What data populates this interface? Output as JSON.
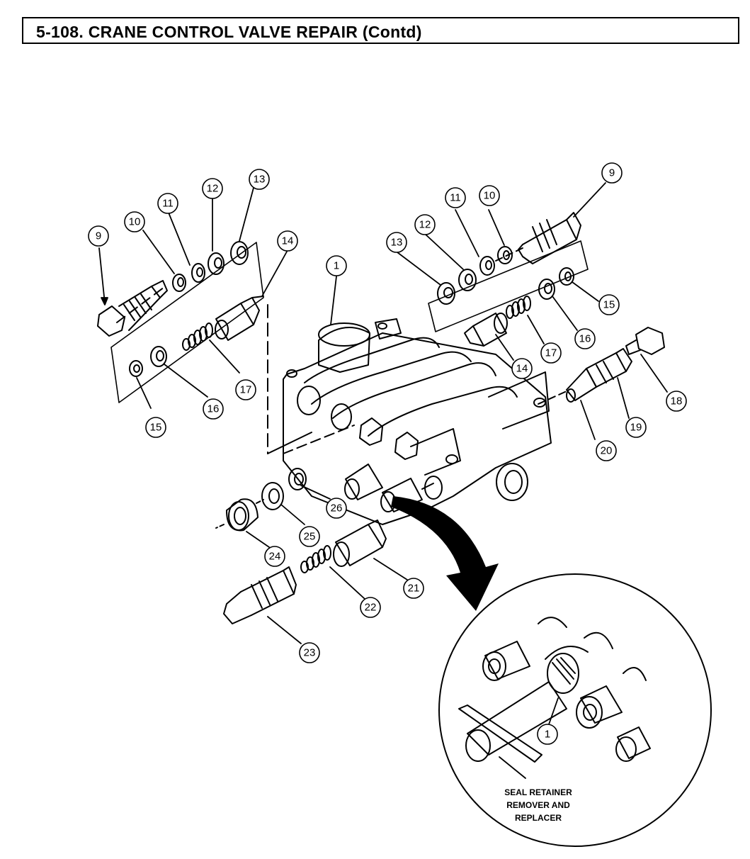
{
  "header": {
    "title": "5-108.  CRANE CONTROL VALVE REPAIR (Contd)"
  },
  "callouts": {
    "left": {
      "c9": "9",
      "c10": "10",
      "c11": "11",
      "c12": "12",
      "c13": "13",
      "c14": "14",
      "c15": "15",
      "c16": "16",
      "c17": "17"
    },
    "right": {
      "c9": "9",
      "c10": "10",
      "c11": "11",
      "c12": "12",
      "c13": "13",
      "c14": "14",
      "c15": "15",
      "c16": "16",
      "c17": "17",
      "c18": "18",
      "c19": "19",
      "c20": "20"
    },
    "body": {
      "c1": "1"
    },
    "lower": {
      "c21": "21",
      "c22": "22",
      "c23": "23",
      "c24": "24",
      "c25": "25",
      "c26": "26"
    },
    "detail": {
      "c1": "1"
    }
  },
  "tool_label": {
    "line1": "SEAL RETAINER",
    "line2": "REMOVER AND",
    "line3": "REPLACER"
  }
}
